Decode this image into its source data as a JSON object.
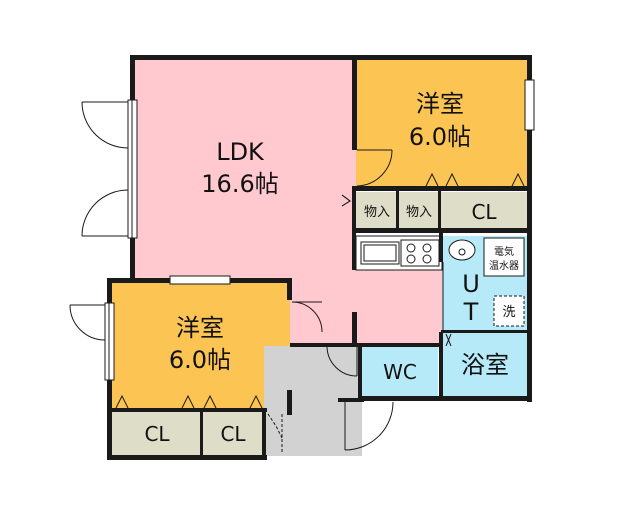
{
  "rooms": {
    "ldk": {
      "name": "LDK",
      "size": "16.6帖"
    },
    "bedroom_upper": {
      "name": "洋室",
      "size": "6.0帖"
    },
    "bedroom_lower": {
      "name": "洋室",
      "size": "6.0帖"
    },
    "storage_1": "物入",
    "storage_2": "物入",
    "closet_upper": "CL",
    "closet_lower_1": "CL",
    "closet_lower_2": "CL",
    "utility_letter_1": "U",
    "utility_letter_2": "T",
    "water_heater": [
      "電気",
      "温水器"
    ],
    "washer": "洗",
    "toilet": "WC",
    "bathroom": "浴室"
  },
  "colors": {
    "ldk": "#ffc9cf",
    "bedroom": "#fcc452",
    "utility": "#b6eaf8",
    "closet": "#ddddc8",
    "entrance": "#d2d2d2",
    "wall": "#1a1a1a"
  }
}
